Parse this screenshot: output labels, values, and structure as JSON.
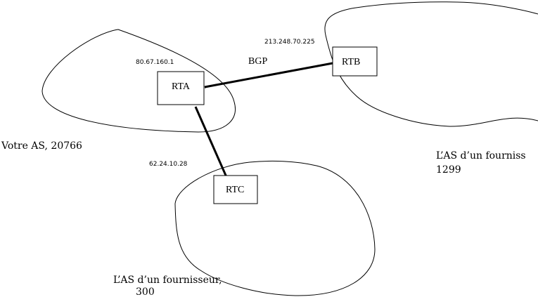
{
  "routers": {
    "rta": {
      "label": "RTA",
      "ip": "80.67.160.1"
    },
    "rtb": {
      "label": "RTB",
      "ip": "213.248.70.225"
    },
    "rtc": {
      "label": "RTC",
      "ip": "62.24.10.28"
    }
  },
  "links": {
    "bgp_label": "BGP"
  },
  "as_labels": {
    "yours": "Votre AS, 20766",
    "provider_1299_line1": "L’AS d’un fourniss",
    "provider_1299_line2": "1299",
    "provider_300_line1": "L’AS d’un fournisseur,",
    "provider_300_line2": "300"
  }
}
